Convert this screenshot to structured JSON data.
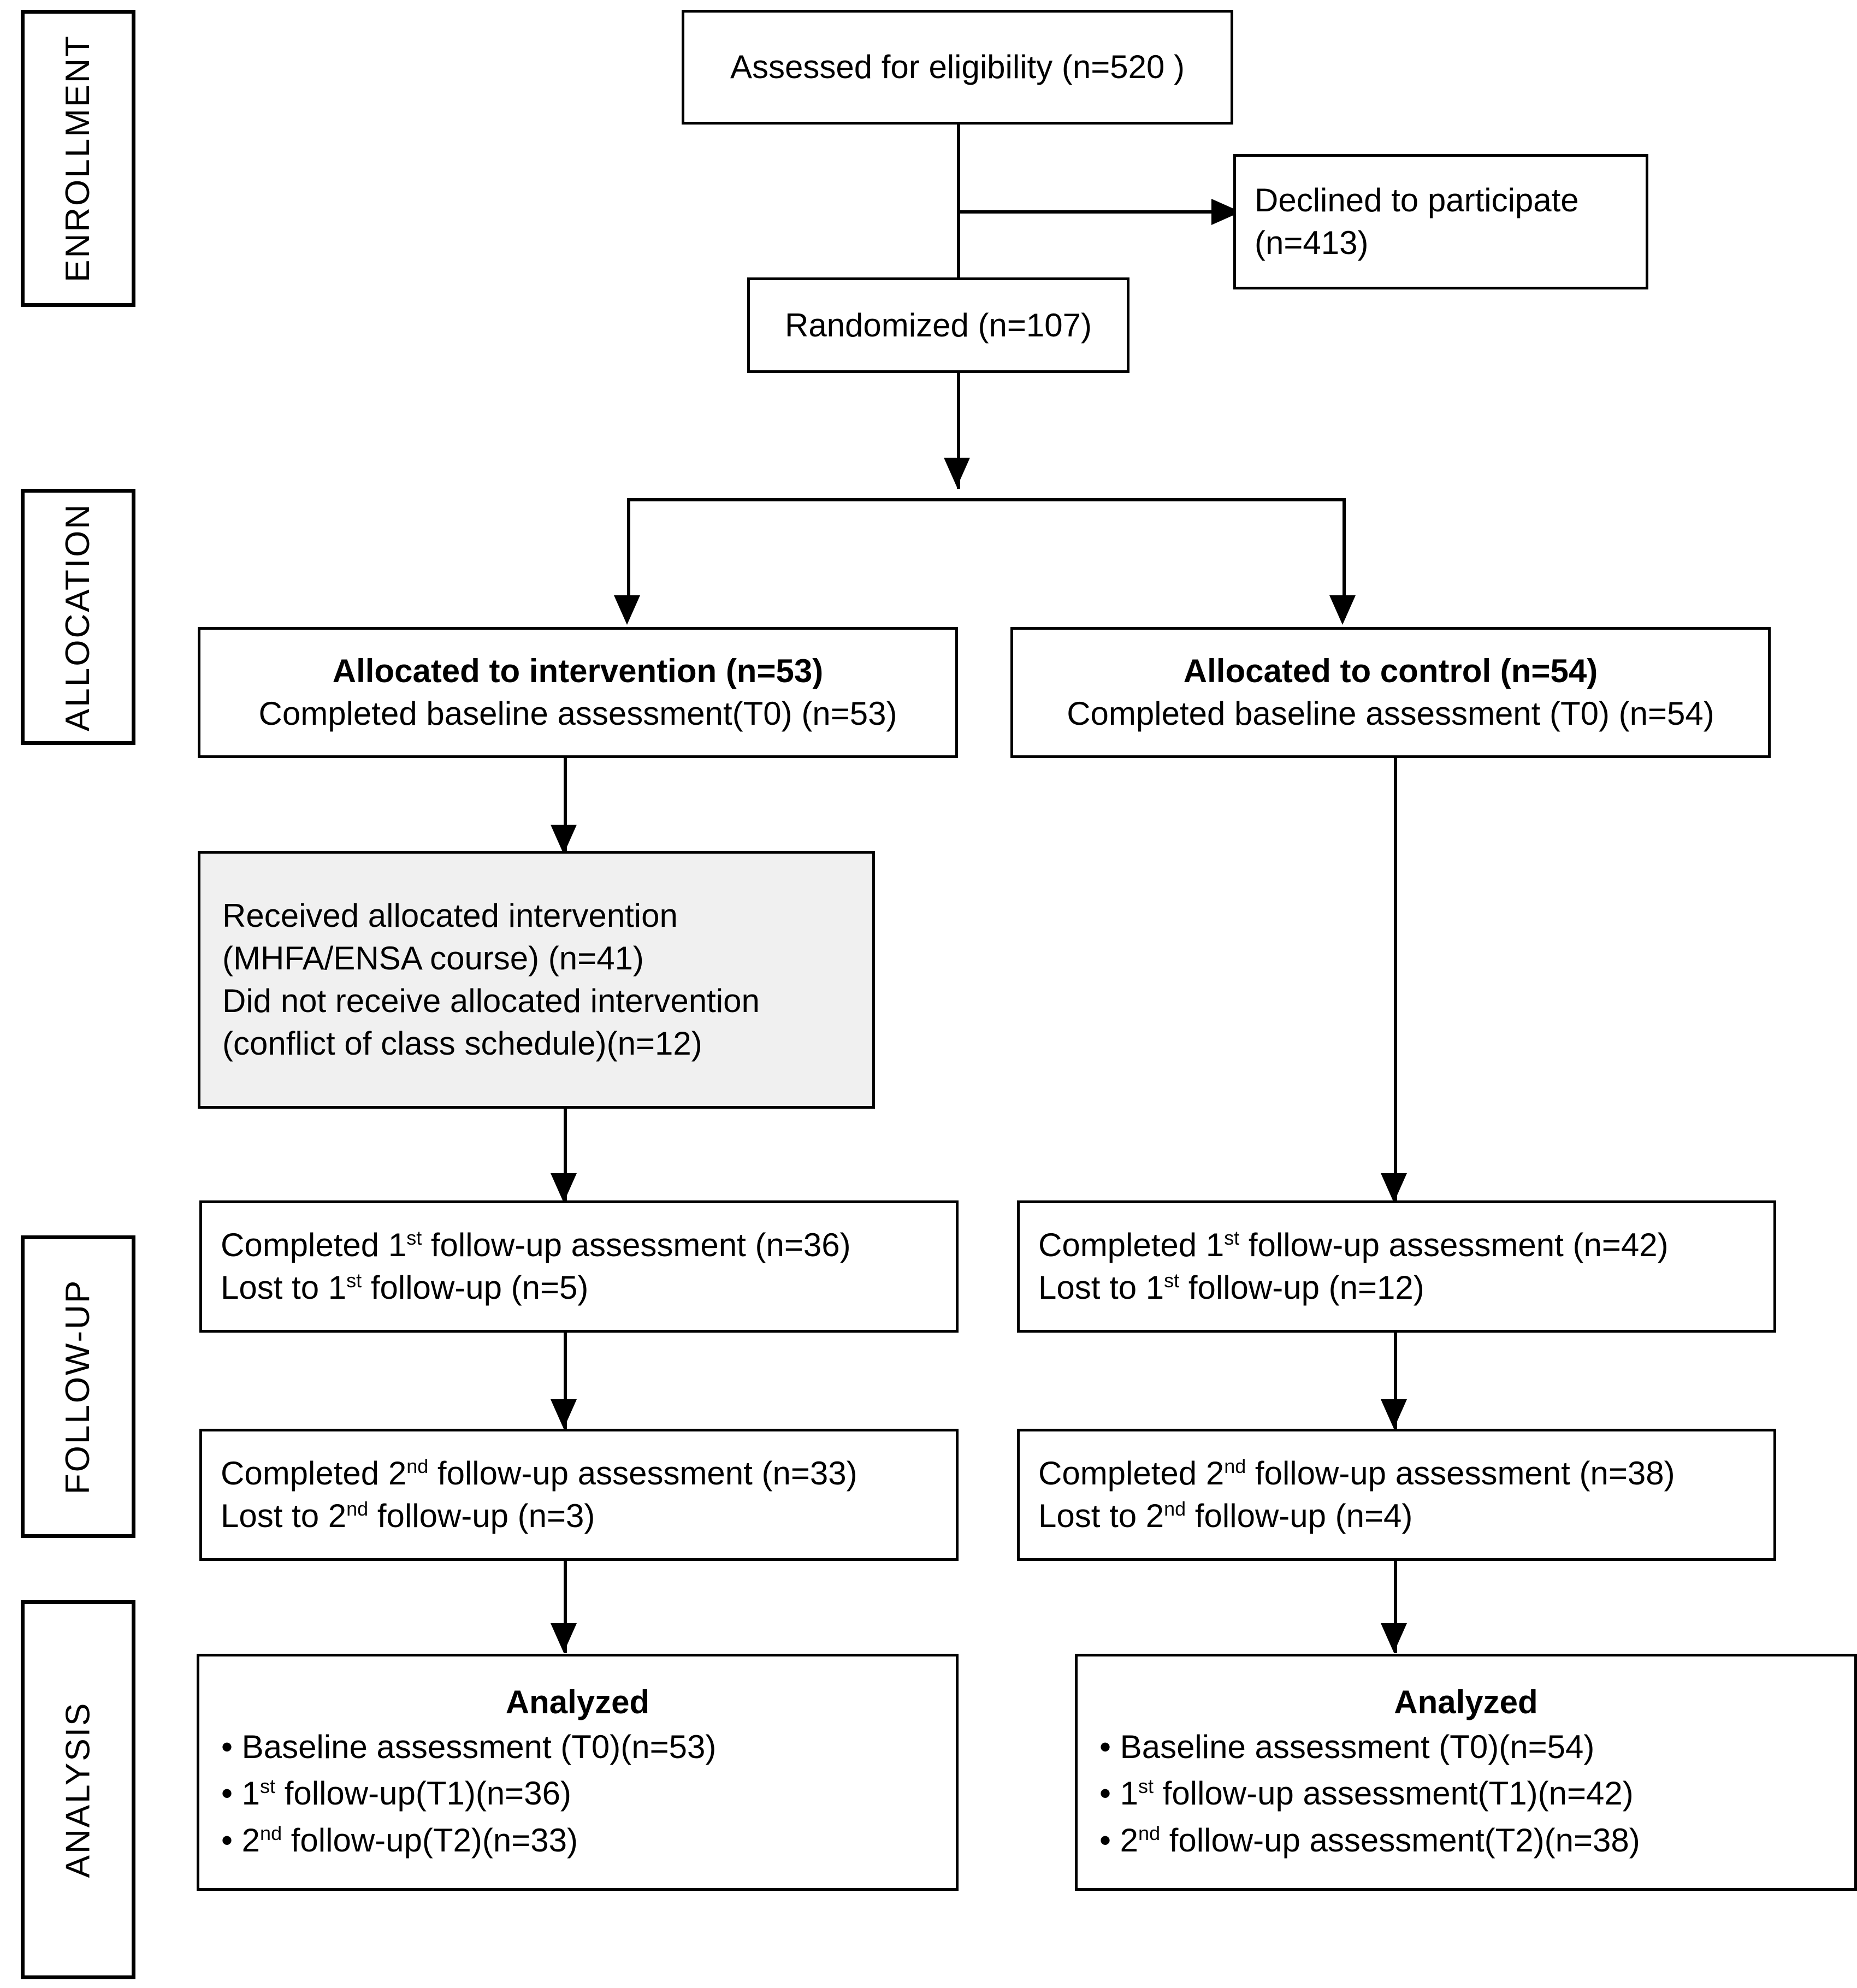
{
  "diagram": {
    "title": "CONSORT participant flow diagram",
    "stages": [
      {
        "key": "enrollment",
        "label": "ENROLLMENT"
      },
      {
        "key": "allocation",
        "label": "ALLOCATION"
      },
      {
        "key": "followup",
        "label": "FOLLOW-UP"
      },
      {
        "key": "analysis",
        "label": "ANALYSIS"
      }
    ],
    "colors": {
      "border": "#000000",
      "box_fill": "#ffffff",
      "highlight_fill": "#f0f0f0",
      "text": "#000000"
    },
    "nodes": {
      "assessed": {
        "line1": "Assessed for eligibility (n=520 )"
      },
      "declined": {
        "line1": "Declined to participate",
        "line2": "(n=413)"
      },
      "randomized": {
        "line1": "Randomized (n=107)"
      },
      "alloc_intervention": {
        "heading": "Allocated to intervention (n=53)",
        "line1": "Completed baseline assessment(T0) (n=53)"
      },
      "alloc_control": {
        "heading": "Allocated to control (n=54)",
        "line1": "Completed baseline assessment (T0) (n=54)"
      },
      "received": {
        "line1": "Received allocated intervention",
        "line2": "(MHFA/ENSA course) (n=41)",
        "line3": "Did not receive allocated intervention",
        "line4": "(conflict of class schedule)(n=12)"
      },
      "fu1_intervention": {
        "line1_pre": "Completed 1",
        "line1_sup": "st",
        "line1_post": " follow-up assessment (n=36)",
        "line2_pre": "Lost to 1",
        "line2_sup": "st",
        "line2_post": " follow-up (n=5)"
      },
      "fu1_control": {
        "line1_pre": "Completed 1",
        "line1_sup": "st",
        "line1_post": " follow-up assessment (n=42)",
        "line2_pre": "Lost to 1",
        "line2_sup": "st",
        "line2_post": " follow-up (n=12)"
      },
      "fu2_intervention": {
        "line1_pre": "Completed 2",
        "line1_sup": "nd",
        "line1_post": "  follow-up assessment (n=33)",
        "line2_pre": "Lost to 2",
        "line2_sup": "nd",
        "line2_post": " follow-up (n=3)"
      },
      "fu2_control": {
        "line1_pre": "Completed 2",
        "line1_sup": "nd",
        "line1_post": "  follow-up assessment (n=38)",
        "line2_pre": "Lost to 2",
        "line2_sup": "nd",
        "line2_post": "  follow-up (n=4)"
      },
      "analyzed_intervention": {
        "heading": "Analyzed",
        "b1": "• Baseline assessment (T0)(n=53)",
        "b2_pre": "• 1",
        "b2_sup": "st",
        "b2_post": " follow-up(T1)(n=36)",
        "b3_pre": "• 2",
        "b3_sup": "nd",
        "b3_post": " follow-up(T2)(n=33)"
      },
      "analyzed_control": {
        "heading": "Analyzed",
        "b1": "• Baseline assessment (T0)(n=54)",
        "b2_pre": "• 1",
        "b2_sup": "st",
        "b2_post": " follow-up assessment(T1)(n=42)",
        "b3_pre": "• 2",
        "b3_sup": "nd",
        "b3_post": " follow-up assessment(T2)(n=38)"
      }
    },
    "chart_data": {
      "type": "flow",
      "title": "CONSORT flow of participants",
      "counts": {
        "assessed_for_eligibility": 520,
        "declined_to_participate": 413,
        "randomized": 107,
        "allocated_intervention": 53,
        "allocated_control": 54,
        "baseline_completed_intervention_T0": 53,
        "baseline_completed_control_T0": 54,
        "received_intervention": 41,
        "did_not_receive_intervention": 12,
        "completed_followup1_intervention": 36,
        "lost_followup1_intervention": 5,
        "completed_followup1_control": 42,
        "lost_followup1_control": 12,
        "completed_followup2_intervention": 33,
        "lost_followup2_intervention": 3,
        "completed_followup2_control": 38,
        "lost_followup2_control": 4,
        "analyzed_intervention_T0": 53,
        "analyzed_intervention_T1": 36,
        "analyzed_intervention_T2": 33,
        "analyzed_control_T0": 54,
        "analyzed_control_T1": 42,
        "analyzed_control_T2": 38
      }
    }
  }
}
